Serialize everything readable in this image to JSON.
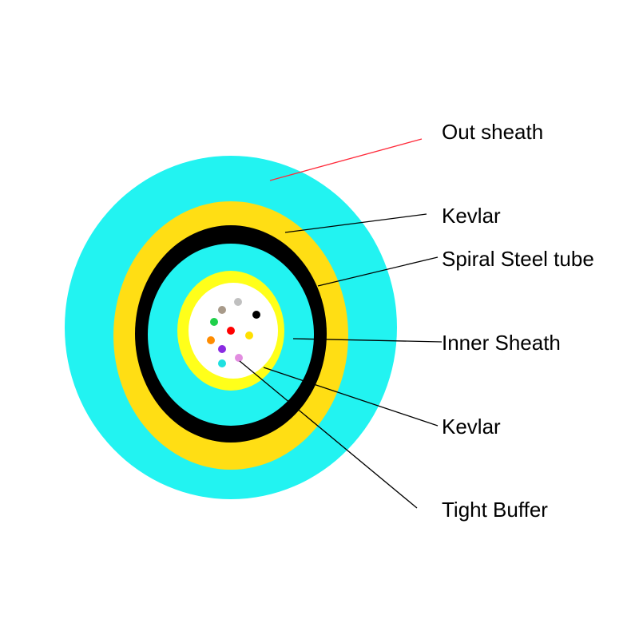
{
  "colors": {
    "background": "#ffffff",
    "outer_sheath": "#22f3f1",
    "kevlar": "#ffde14",
    "steel_tube": "#000000",
    "inner_sheath": "#22f3f1",
    "kevlar_inner": "#ffff1a",
    "tight_buffer": "#ffffff",
    "leader_line": "#000000",
    "outer_leader_line": "#ff2a3a"
  },
  "labels": {
    "out_sheath": "Out sheath",
    "kevlar_outer": "Kevlar",
    "spiral_steel_tube": "Spiral Steel tube",
    "inner_sheath": "Inner Sheath",
    "kevlar_inner": "Kevlar",
    "tight_buffer": "Tight Buffer"
  },
  "fiber_colors": [
    "#a89a8a",
    "#c0c0c0",
    "#000000",
    "#1fd04a",
    "#ff0000",
    "#ffe000",
    "#ff8c00",
    "#8a2be2",
    "#1ee0e0",
    "#e28de0"
  ]
}
